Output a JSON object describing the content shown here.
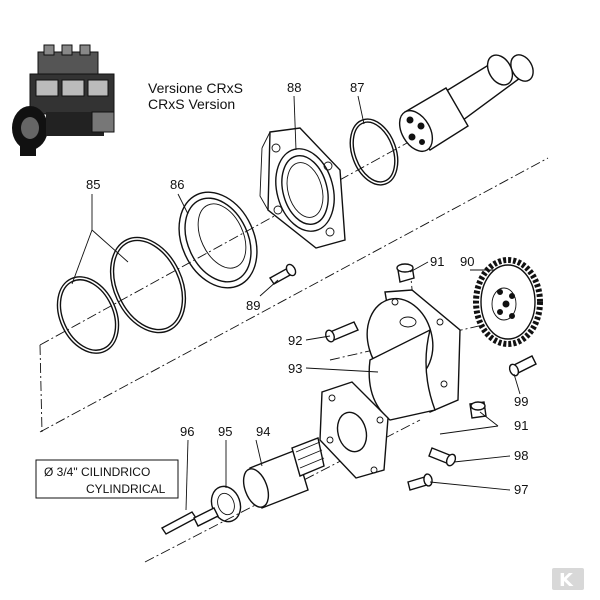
{
  "title": {
    "line1": "Versione CRxS",
    "line2": "CRxS Version"
  },
  "shaft_note": {
    "line1": "Ø 3/4\" CILINDRICO",
    "line2": "CYLINDRICAL"
  },
  "parts": {
    "p85": "85",
    "p86": "86",
    "p87": "87",
    "p88": "88",
    "p89": "89",
    "p90": "90",
    "p91a": "91",
    "p91b": "91",
    "p92": "92",
    "p93": "93",
    "p94": "94",
    "p95": "95",
    "p96": "96",
    "p97": "97",
    "p98": "98",
    "p99": "99"
  },
  "logo": "K"
}
